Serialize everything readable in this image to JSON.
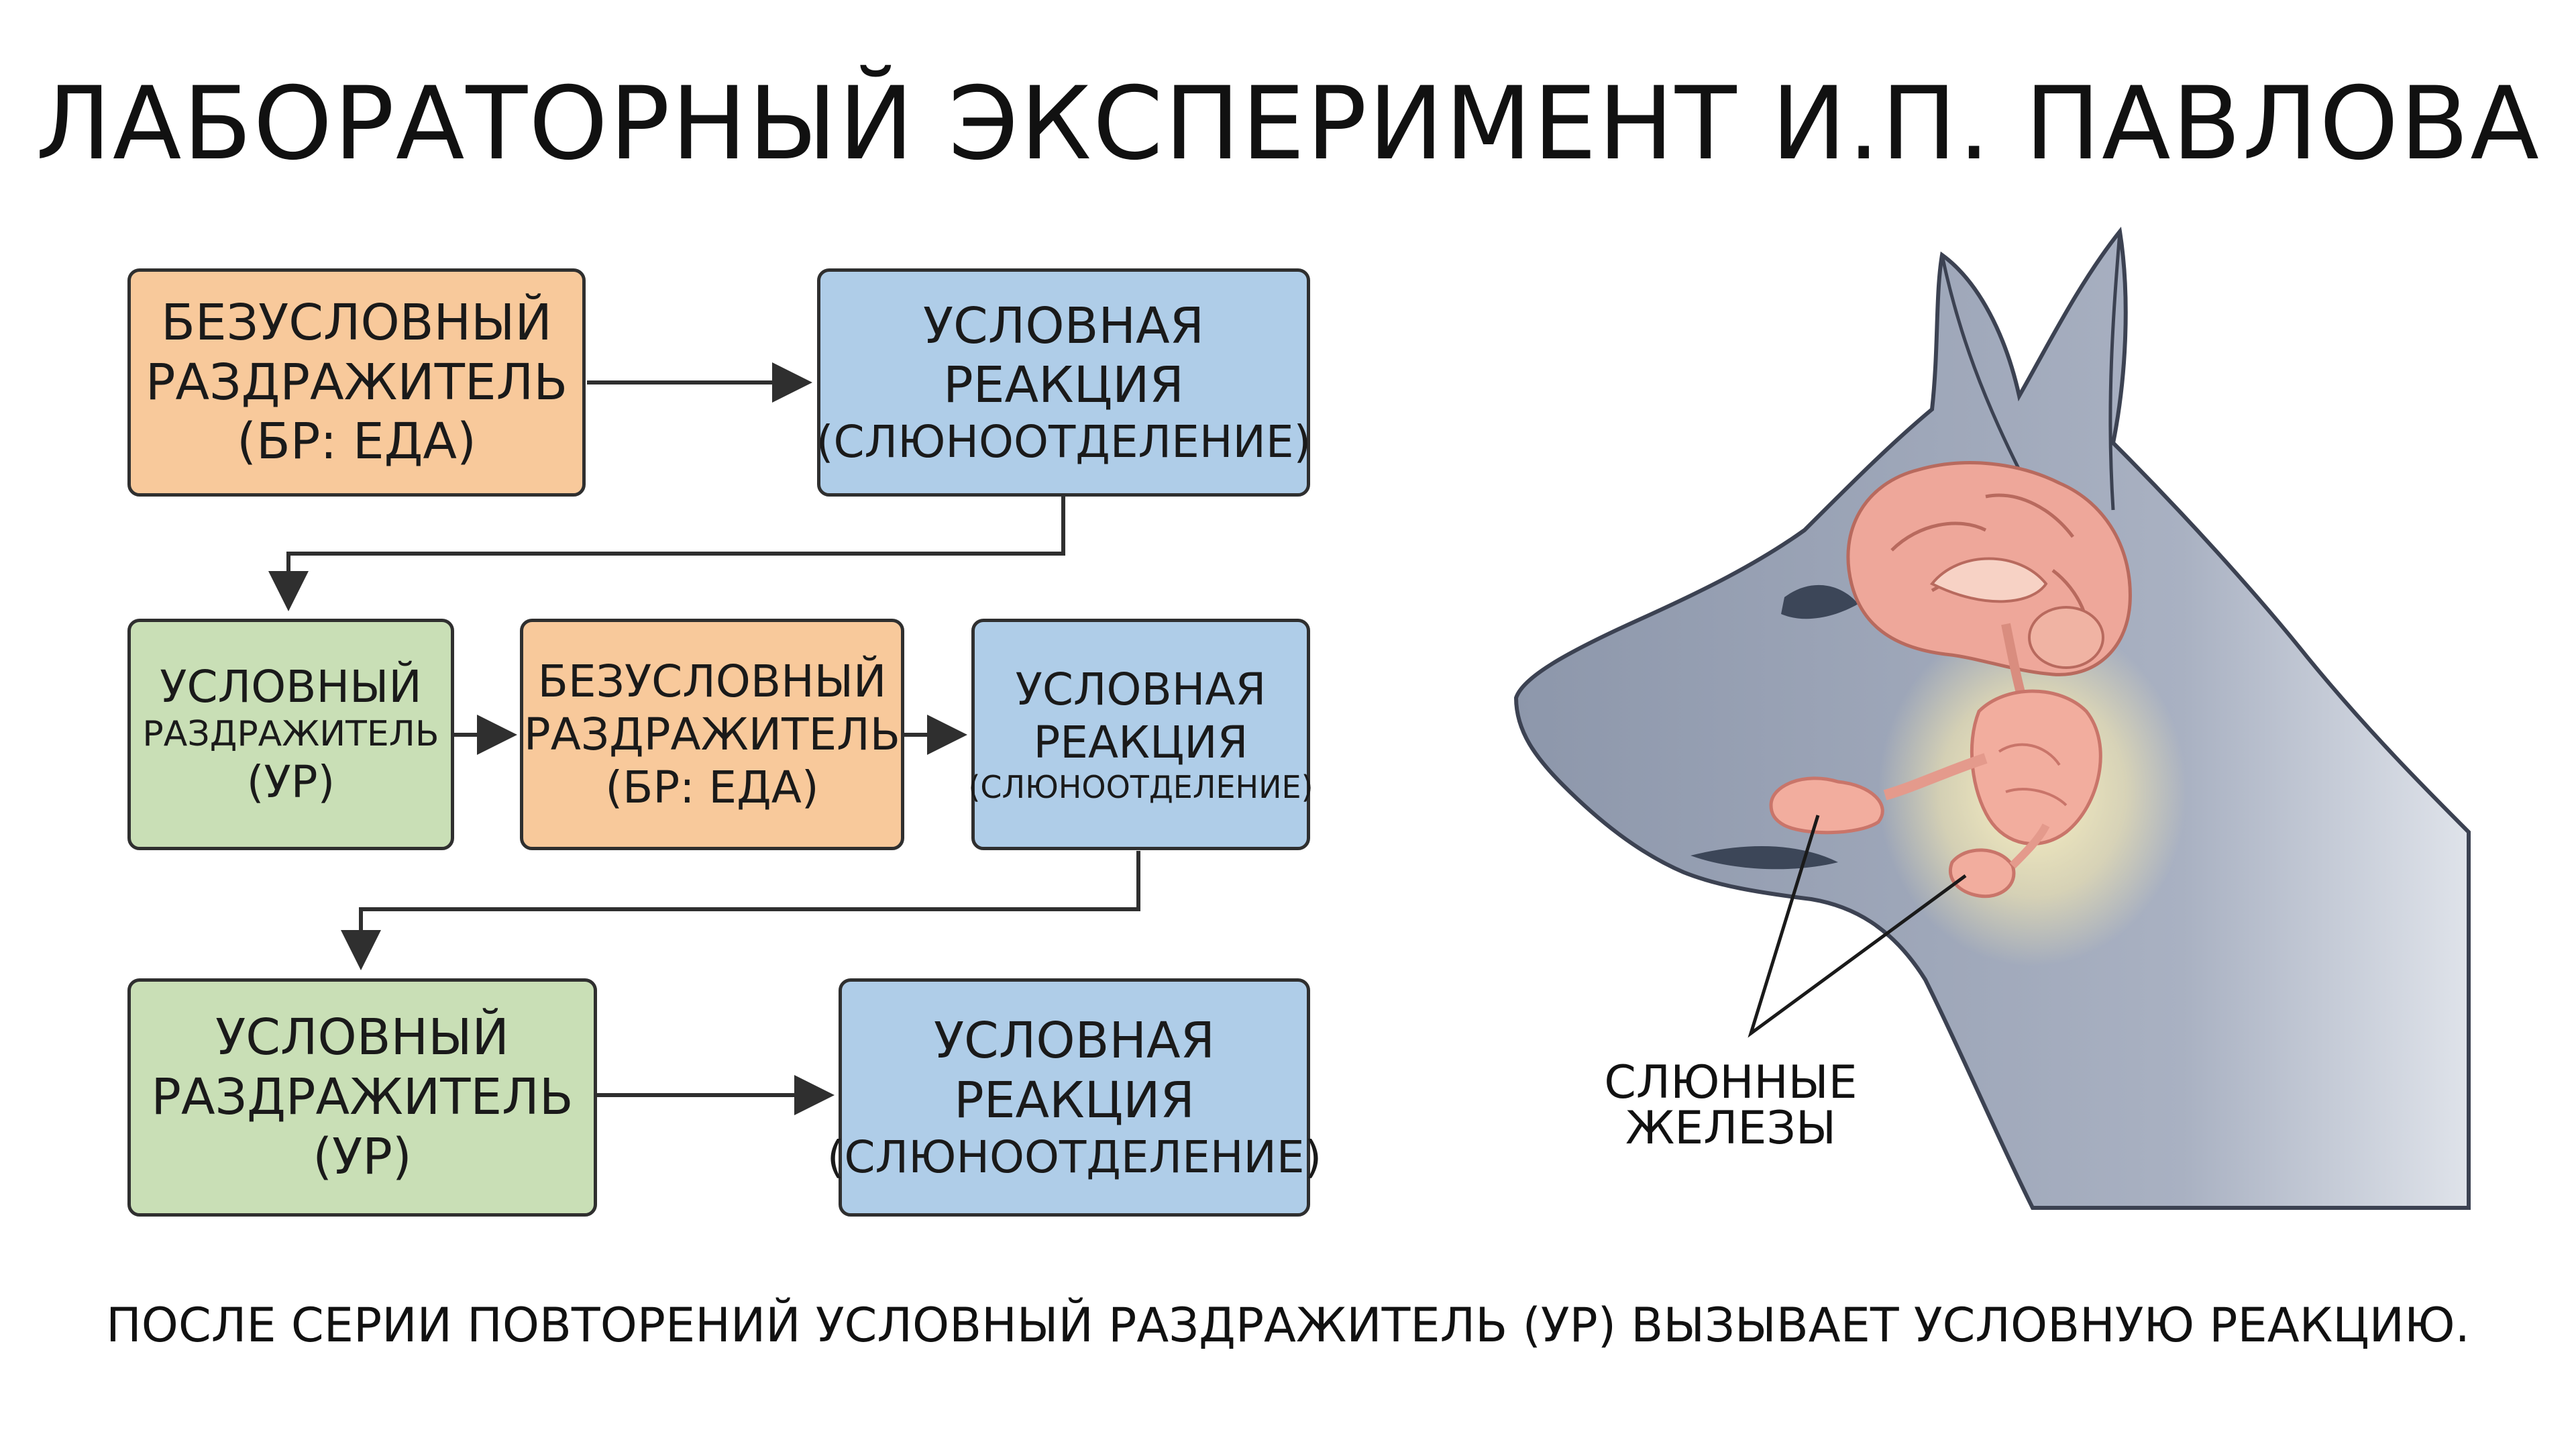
{
  "title": "ЛАБОРАТОРНЫЙ ЭКСПЕРИМЕНТ И.П. ПАВЛОВА",
  "rows": [
    {
      "boxes": [
        {
          "lines": [
            "БЕЗУСЛОВНЫЙ",
            "РАЗДРАЖИТЕЛЬ",
            "(БР: ЕДА)"
          ],
          "color": "#f8c99b"
        },
        {
          "lines": [
            "УСЛОВНАЯ",
            "РЕАКЦИЯ",
            "(СЛЮНООТДЕЛЕНИЕ)"
          ],
          "color": "#afcde8"
        }
      ]
    },
    {
      "boxes": [
        {
          "lines": [
            "УСЛОВНЫЙ",
            "РАЗДРАЖИТЕЛЬ",
            "(УР)"
          ],
          "color": "#c9dfb6"
        },
        {
          "lines": [
            "БЕЗУСЛОВНЫЙ",
            "РАЗДРАЖИТЕЛЬ",
            "(БР: ЕДА)"
          ],
          "color": "#f8c99b"
        },
        {
          "lines": [
            "УСЛОВНАЯ",
            "РЕАКЦИЯ",
            "(СЛЮНООТДЕЛЕНИЕ)"
          ],
          "color": "#afcde8"
        }
      ]
    },
    {
      "boxes": [
        {
          "lines": [
            "УСЛОВНЫЙ",
            "РАЗДРАЖИТЕЛЬ",
            "(УР)"
          ],
          "color": "#c9dfb6"
        },
        {
          "lines": [
            "УСЛОВНАЯ",
            "РЕАКЦИЯ",
            "(СЛЮНООТДЕЛЕНИЕ)"
          ],
          "color": "#afcde8"
        }
      ]
    }
  ],
  "illustration": {
    "label": "СЛЮННЫЕ ЖЕЛЕЗЫ",
    "colors": {
      "dog": "#8d97ab",
      "brain": "#eea79a",
      "gland": "#f2ad9e",
      "glow": "#fff2b3"
    }
  },
  "caption": "ПОСЛЕ СЕРИИ ПОВТОРЕНИЙ УСЛОВНЫЙ РАЗДРАЖИТЕЛЬ (УР) ВЫЗЫВАЕТ УСЛОВНУЮ РЕАКЦИЮ.",
  "colors": {
    "stroke": "#2f2f2f",
    "unconditioned": "#f8c99b",
    "response": "#afcde8",
    "conditioned": "#c9dfb6"
  }
}
